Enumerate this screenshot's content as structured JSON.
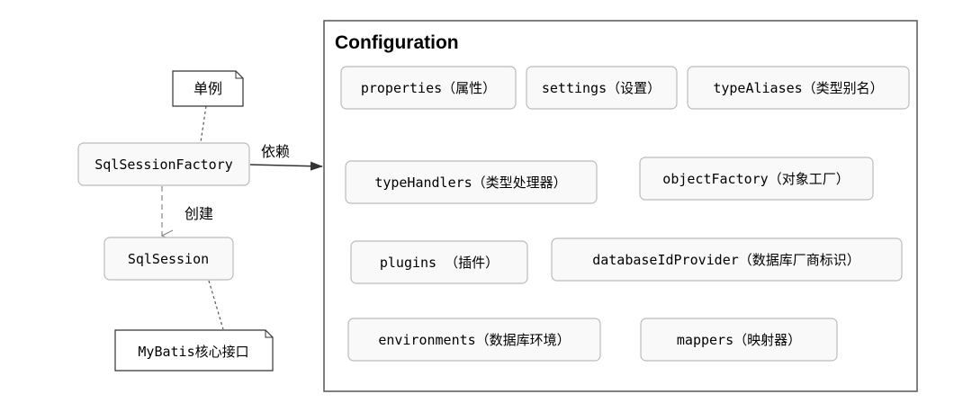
{
  "left": {
    "note_singleton": "单例",
    "factory": "SqlSessionFactory",
    "create_label": "创建",
    "session": "SqlSession",
    "note_core": "MyBatis核心接口",
    "depends_label": "依赖"
  },
  "configuration": {
    "title": "Configuration",
    "items": [
      "properties（属性）",
      "settings（设置）",
      "typeAliases（类型别名）",
      "typeHandlers（类型处理器）",
      "objectFactory（对象工厂）",
      "plugins （插件）",
      "databaseIdProvider（数据库厂商标识）",
      "environments（数据库环境）",
      "mappers（映射器）"
    ]
  }
}
